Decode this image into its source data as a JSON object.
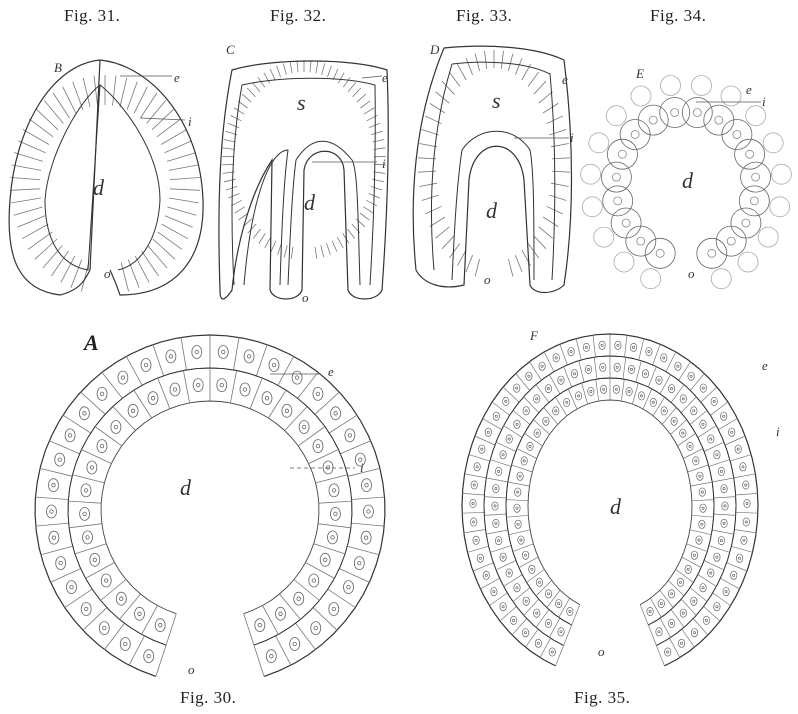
{
  "captions": {
    "fig31": "Fig. 31.",
    "fig32": "Fig. 32.",
    "fig33": "Fig. 33.",
    "fig34": "Fig. 34.",
    "fig30": "Fig. 30.",
    "fig35": "Fig. 35."
  },
  "figures": {
    "fig31": {
      "panel": "B",
      "labels": {
        "e": "e",
        "i": "i",
        "d": "d",
        "o": "o"
      }
    },
    "fig32": {
      "panel": "C",
      "labels": {
        "e": "e",
        "s": "s",
        "i": "i",
        "d": "d",
        "o": "o"
      }
    },
    "fig33": {
      "panel": "D",
      "labels": {
        "e": "e",
        "s": "s",
        "i": "i",
        "d": "d",
        "o": "o"
      }
    },
    "fig34": {
      "panel": "E",
      "labels": {
        "e": "e",
        "i": "i",
        "d": "d",
        "o": "o"
      }
    },
    "fig30": {
      "panel": "A",
      "labels": {
        "e": "e",
        "i": "i",
        "d": "d",
        "o": "o"
      }
    },
    "fig35": {
      "panel": "F",
      "labels": {
        "e": "e",
        "i": "i",
        "d": "d",
        "o": "o"
      }
    }
  }
}
